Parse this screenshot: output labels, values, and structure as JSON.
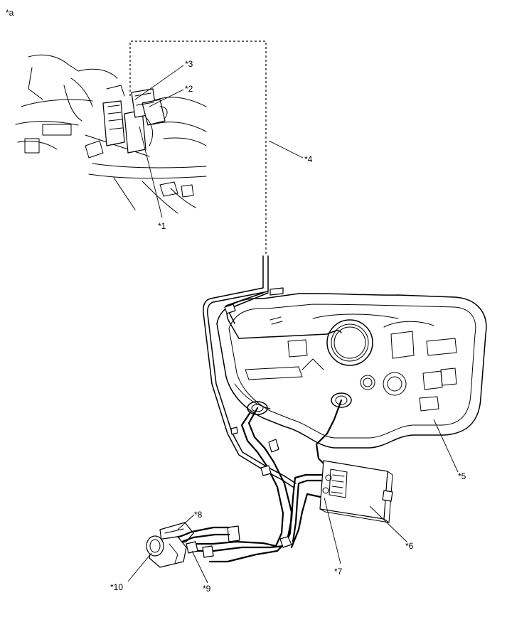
{
  "diagram": {
    "view_label": "*a",
    "callouts": [
      "*1",
      "*2",
      "*3",
      "*4",
      "*5",
      "*6",
      "*7",
      "*8",
      "*9",
      "*10"
    ]
  }
}
